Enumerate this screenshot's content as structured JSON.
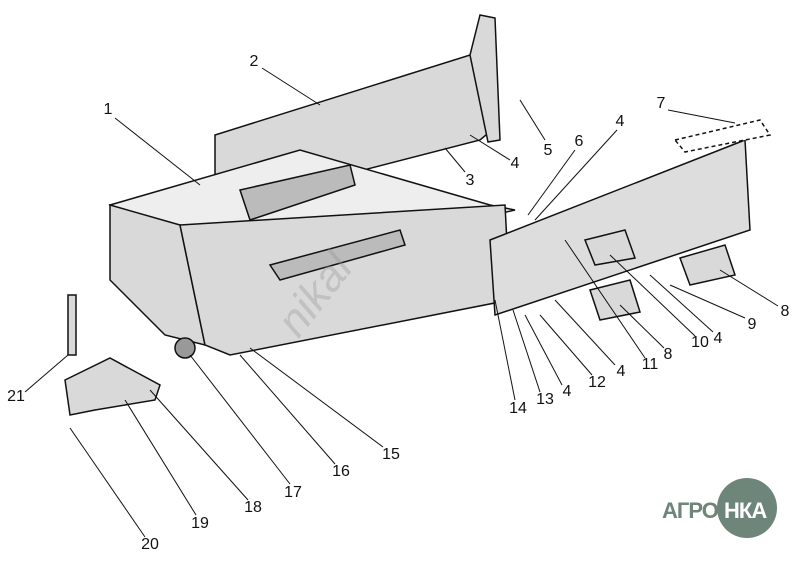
{
  "labels": {
    "l1": "1",
    "l2": "2",
    "l3": "3",
    "l4a": "4",
    "l5": "5",
    "l6": "6",
    "l4b": "4",
    "l7": "7",
    "l8a": "8",
    "l9": "9",
    "l4c": "4",
    "l10": "10",
    "l8b": "8",
    "l11": "11",
    "l4d": "4",
    "l12": "12",
    "l4e": "4",
    "l13": "13",
    "l14": "14",
    "l15": "15",
    "l16": "16",
    "l17": "17",
    "l18": "18",
    "l19": "19",
    "l20": "20",
    "l21": "21"
  },
  "watermark": "nikal",
  "logo": {
    "left": "АГРО",
    "right": "НКА"
  }
}
